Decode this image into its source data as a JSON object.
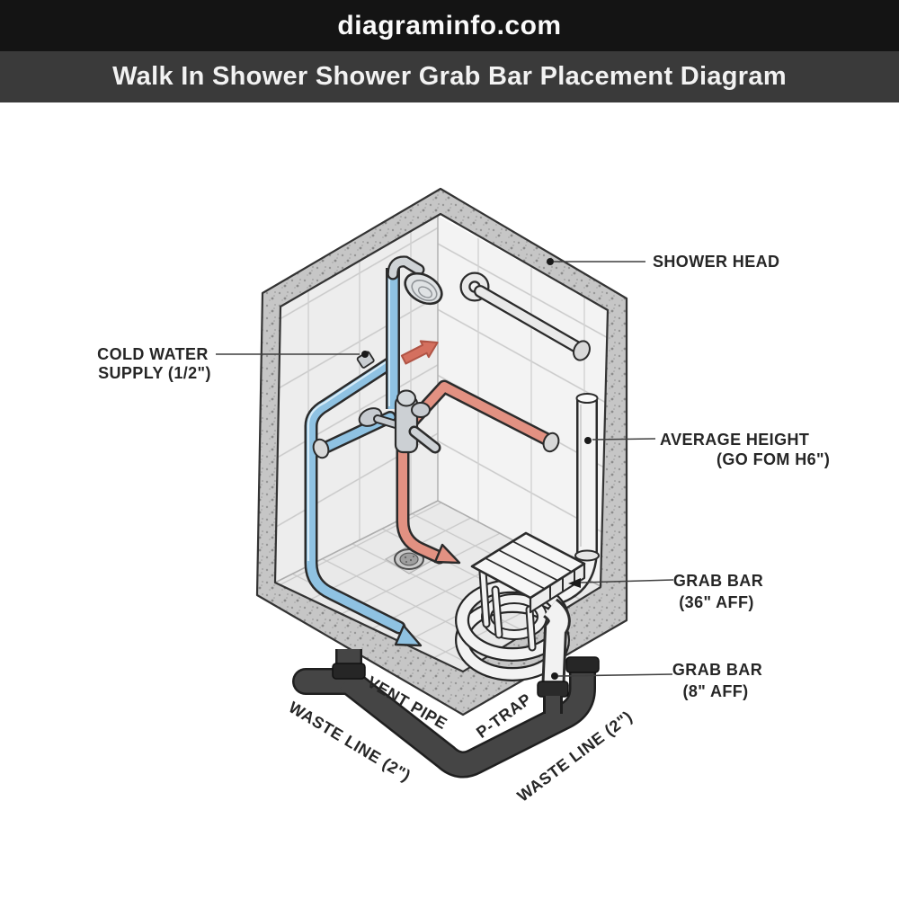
{
  "site_header": {
    "text": "diagraminfo.com"
  },
  "title_bar": {
    "text": "Walk In Shower Shower Grab Bar Placement Diagram"
  },
  "diagram": {
    "labels": {
      "shower_head": "SHOWER HEAD",
      "cold_water_supply_line1": "COLD WATER",
      "cold_water_supply_line2": "SUPPLY (1/2\")",
      "average_height_line1": "AVERAGE HEIGHT",
      "average_height_line2": "(GO FOM H6\")",
      "grab_bar_36_line1": "GRAB BAR",
      "grab_bar_36_line2": "(36\" AFF)",
      "grab_bar_8_line1": "GRAB BAR",
      "grab_bar_8_line2": "(8\" AFF)",
      "vent_pipe": "VENT PIPE",
      "waste_line_left": "WASTE LINE (2\")",
      "p_trap": "P-TRAP",
      "waste_line_right": "WASTE LINE (2\")"
    },
    "colors": {
      "cold_water_pipe": "#8fc2e2",
      "hot_water_pipe": "#e29182",
      "waste_pipe": "#454545",
      "concrete_speckle": "#c6c6c6",
      "tile_wall_left": "#ededed",
      "tile_wall_right": "#f3f3f3",
      "tile_floor": "#e9e9e9",
      "header_bg": "#141414",
      "title_bg": "#3a3a3a"
    }
  }
}
